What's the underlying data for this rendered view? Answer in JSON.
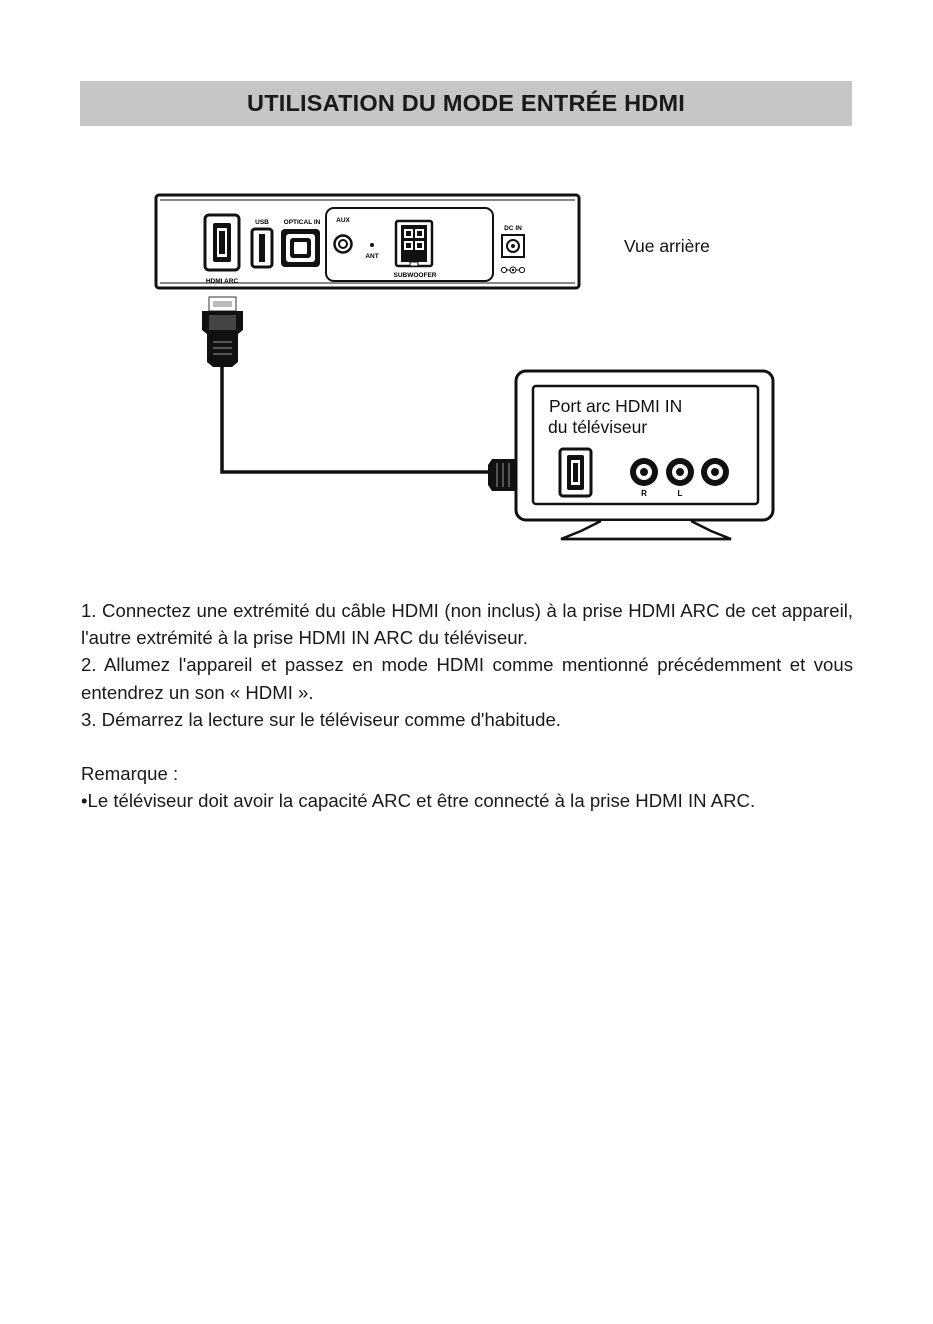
{
  "page": {
    "title": "UTILISATION DU MODE ENTRÉE HDMI"
  },
  "diagram": {
    "rear_view_label": "Vue arrière",
    "device_ports": {
      "hdmi_arc": "HDMI ARC",
      "usb": "USB",
      "optical_in": "OPTICAL IN",
      "aux": "AUX",
      "ant": "ANT",
      "subwoofer": "SUBWOOFER",
      "dc_in": "DC IN"
    },
    "tv_label_line1": "Port arc HDMI IN",
    "tv_label_line2": "du téléviseur",
    "tv_audio_r": "R",
    "tv_audio_l": "L"
  },
  "instructions": {
    "step1": "1. Connectez une extrémité du câble HDMI (non inclus) à la prise HDMI ARC de cet appareil, l'autre extrémité à la prise HDMI IN ARC du téléviseur.",
    "step2": "2. Allumez l'appareil et passez en mode HDMI comme mentionné précédemment et vous entendrez un son « HDMI ».",
    "step3": "3. Démarrez la lecture sur le téléviseur comme d'habitude."
  },
  "note": {
    "heading": "Remarque :",
    "text": "•Le téléviseur doit avoir la capacité ARC et être connecté à la prise HDMI IN ARC."
  }
}
